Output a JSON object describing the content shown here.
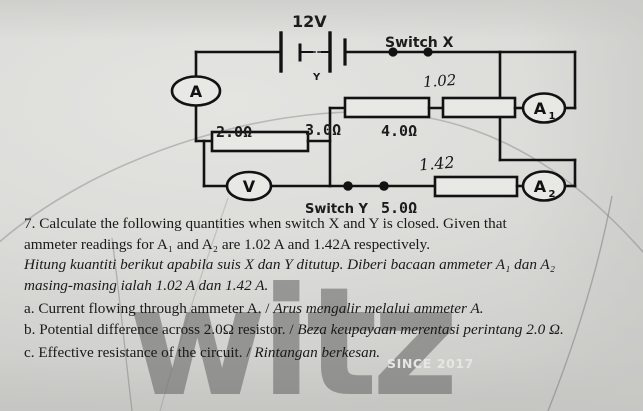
{
  "document": {
    "type": "physics-worksheet-scan",
    "watermark": {
      "text": "witz",
      "tagline": "SINCE 2017"
    }
  },
  "circuit": {
    "title": "series-parallel-resistor-circuit",
    "battery": {
      "label": "12V",
      "value": 12,
      "unit": "V"
    },
    "switches": [
      {
        "name": "Switch X",
        "state": "closed"
      },
      {
        "name": "Switch Y",
        "state": "closed"
      }
    ],
    "node_label": "Y",
    "resistors": [
      {
        "label": "2.0Ω",
        "value": 2.0,
        "unit": "Ω",
        "branch": "main-left"
      },
      {
        "label": "3.0Ω",
        "value": 3.0,
        "unit": "Ω",
        "branch": "upper-parallel"
      },
      {
        "label": "4.0Ω",
        "value": 4.0,
        "unit": "Ω",
        "branch": "upper-parallel"
      },
      {
        "label": "5.0Ω",
        "value": 5.0,
        "unit": "Ω",
        "branch": "lower-parallel"
      }
    ],
    "meters": [
      {
        "symbol": "A",
        "kind": "ammeter",
        "name": "ammeter-A"
      },
      {
        "symbol": "V",
        "kind": "voltmeter",
        "name": "voltmeter-V"
      },
      {
        "symbol": "A",
        "subscript": "1",
        "kind": "ammeter",
        "name": "ammeter-A1"
      },
      {
        "symbol": "A",
        "subscript": "2",
        "kind": "ammeter",
        "name": "ammeter-A2"
      }
    ],
    "handwritten_notes": [
      {
        "text": "1.02",
        "near": "ammeter-A1"
      },
      {
        "text": "1.42",
        "near": "ammeter-A2"
      }
    ]
  },
  "question": {
    "number": "7.",
    "stem_en_line1": "7. Calculate the following quantities when switch X and Y is closed. Given that",
    "stem_en_line2": "ammeter readings for A₁ and A₂ are 1.02 A and 1.42A respectively.",
    "stem_ms_line1": "Hitung kuantiti berikut apabila suis X dan Y ditutup. Diberi bacaan ammeter A₁ dan A₂",
    "stem_ms_line2": "masing-masing ialah 1.02 A dan 1.42 A.",
    "parts": [
      {
        "marker": "a.",
        "en": "Current flowing through ammeter A.",
        "sep": "/",
        "ms": "Arus mengalir melalui ammeter A."
      },
      {
        "marker": "b.",
        "en": "Potential difference across 2.0Ω resistor.",
        "sep": "/",
        "ms": "Beza keupayaan merentasi perintang 2.0 Ω."
      },
      {
        "marker": "c.",
        "en": "Effective resistance of the circuit.",
        "sep": "/",
        "ms": "Rintangan berkesan."
      }
    ]
  },
  "colors": {
    "paper": "#dcdcd9",
    "ink": "#1a1a1a",
    "wire": "#121212",
    "watermark": "#6e6e6c",
    "pen": "#15171c"
  }
}
